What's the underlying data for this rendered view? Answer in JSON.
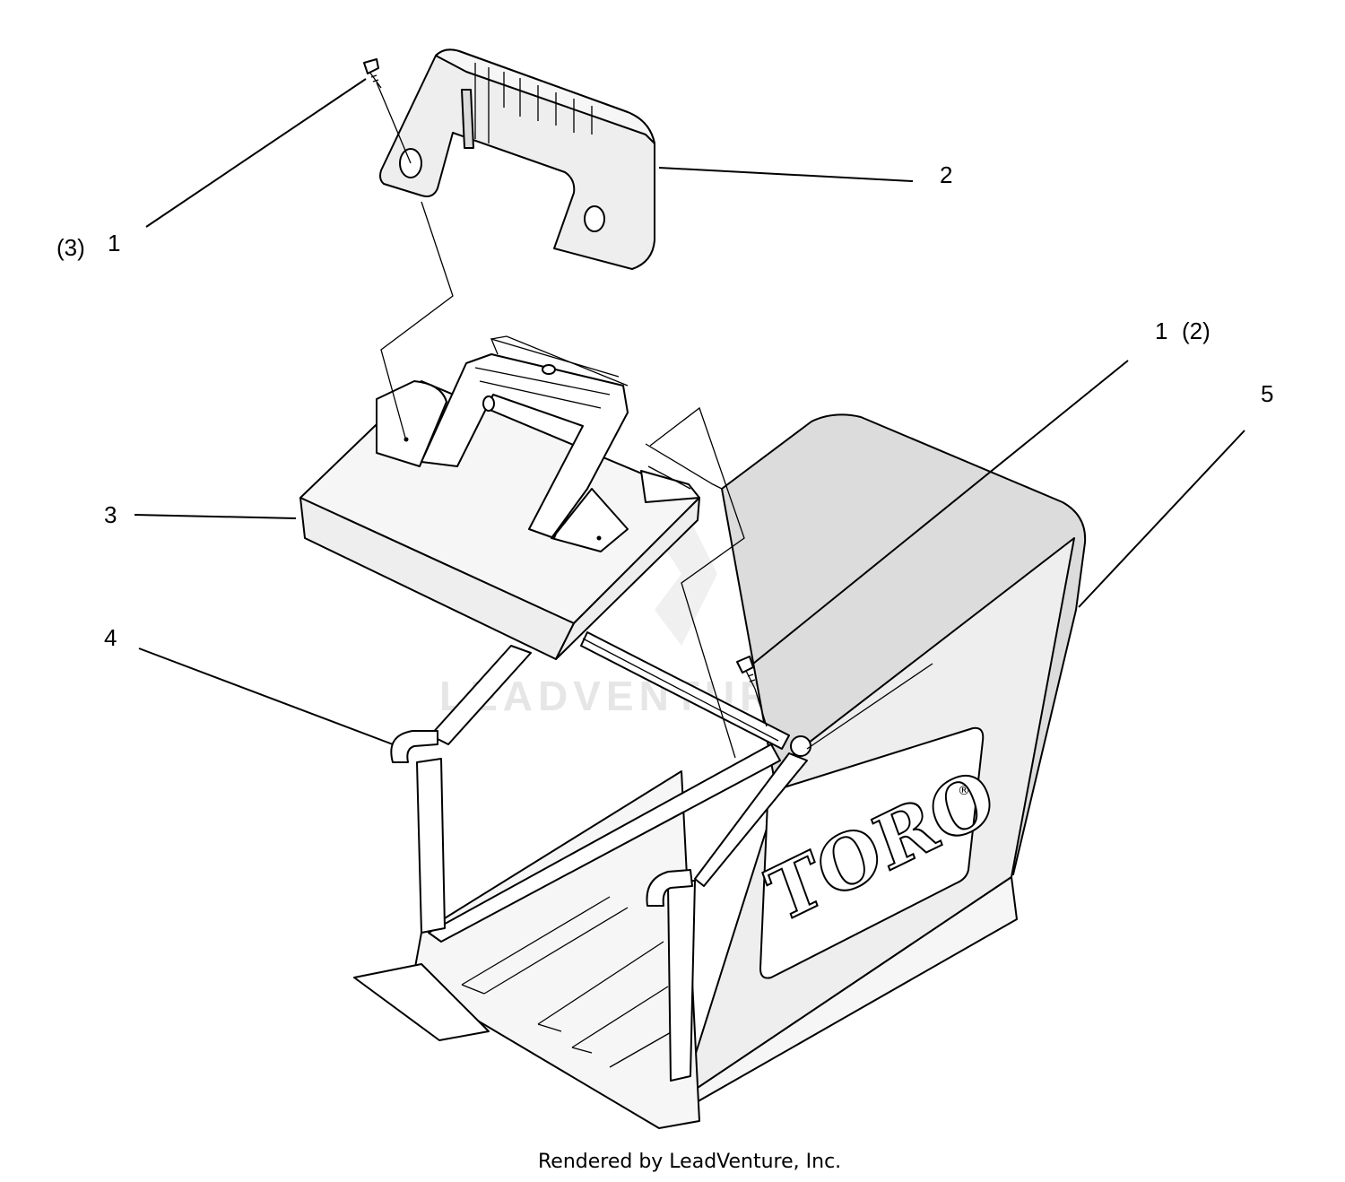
{
  "callouts": {
    "screw_left_qty": "(3)",
    "screw_left_ref": "1",
    "handle_grip_ref": "2",
    "screw_right_ref": "1",
    "screw_right_qty": "(2)",
    "bag_ref": "5",
    "top_frame_ref": "3",
    "frame_rod_ref": "4"
  },
  "brand_logo_text": "TORO",
  "brand_registered_mark": "®",
  "watermark_text": "LEADVENTURE",
  "footer_text": "Rendered by LeadVenture, Inc."
}
